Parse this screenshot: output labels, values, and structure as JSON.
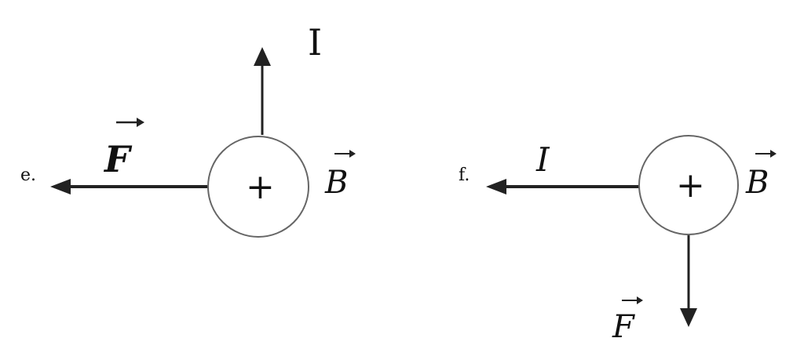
{
  "colors": {
    "stroke": "#222222",
    "text": "#111111",
    "circle_stroke": "#666666",
    "background": "#ffffff"
  },
  "diagram_e": {
    "tag": "e.",
    "current_label": "I",
    "force_label": "F",
    "field_label": "B",
    "field_symbol": "+"
  },
  "diagram_f": {
    "tag": "f.",
    "current_label": "I",
    "force_label": "F",
    "field_label": "B",
    "field_symbol": "+"
  }
}
